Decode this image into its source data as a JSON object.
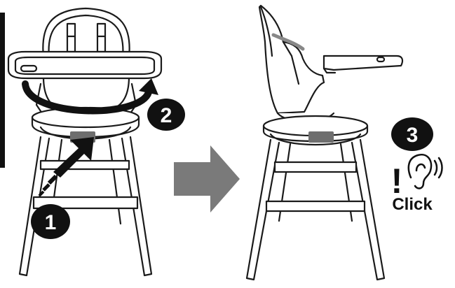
{
  "steps": {
    "one": "1",
    "two": "2",
    "three": "3"
  },
  "click_label": "Click",
  "exclamation": "!",
  "icons": [
    "rotate-arrow-icon",
    "push-arrow-icon",
    "right-arrow-icon",
    "ear-sound-icon"
  ],
  "colors": {
    "line": "#1a1a1a",
    "button_gray": "#6e6e6e",
    "arrow_gray": "#7a7a7a",
    "badge": "#111111"
  }
}
